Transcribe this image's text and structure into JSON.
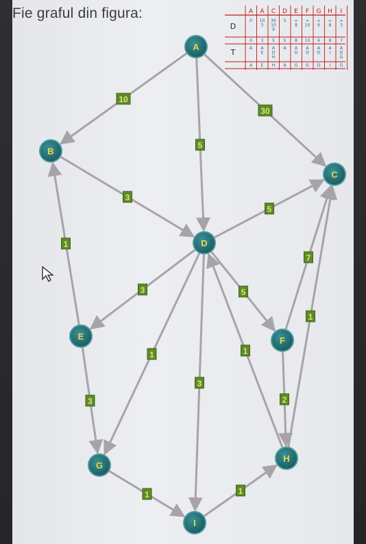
{
  "title": "Fie graful din figura:",
  "colors": {
    "node_fill": "#1f6f73",
    "node_ring": "#4c9aa0",
    "node_label": "#e8d84a",
    "edge": "#a7a3a8",
    "weight_fill": "#5e8a2a",
    "weight_text": "#d8e86a",
    "table_grid": "#c01818",
    "table_ink": "#2a5f8f"
  },
  "graph": {
    "nodes": [
      {
        "id": "A",
        "label": "A"
      },
      {
        "id": "B",
        "label": "B"
      },
      {
        "id": "C",
        "label": "C"
      },
      {
        "id": "D",
        "label": "D"
      },
      {
        "id": "E",
        "label": "E"
      },
      {
        "id": "F",
        "label": "F"
      },
      {
        "id": "G",
        "label": "G"
      },
      {
        "id": "H",
        "label": "H"
      },
      {
        "id": "I",
        "label": "I"
      }
    ],
    "edges": [
      {
        "from": "A",
        "to": "B",
        "weight": "10"
      },
      {
        "from": "A",
        "to": "D",
        "weight": "5"
      },
      {
        "from": "A",
        "to": "C",
        "weight": "30"
      },
      {
        "from": "B",
        "to": "D",
        "weight": "3"
      },
      {
        "from": "D",
        "to": "C",
        "weight": "5"
      },
      {
        "from": "E",
        "to": "B",
        "weight": "1"
      },
      {
        "from": "D",
        "to": "E",
        "weight": "3"
      },
      {
        "from": "D",
        "to": "F",
        "weight": "5"
      },
      {
        "from": "D",
        "to": "G",
        "weight": "1"
      },
      {
        "from": "D",
        "to": "I",
        "weight": "3"
      },
      {
        "from": "H",
        "to": "D",
        "weight": "1"
      },
      {
        "from": "F",
        "to": "C",
        "weight": "7"
      },
      {
        "from": "H",
        "to": "C",
        "weight": "1"
      },
      {
        "from": "E",
        "to": "G",
        "weight": "3"
      },
      {
        "from": "F",
        "to": "H",
        "weight": "2"
      },
      {
        "from": "G",
        "to": "I",
        "weight": "1"
      },
      {
        "from": "I",
        "to": "H",
        "weight": "1"
      }
    ]
  },
  "table": {
    "header": [
      "A",
      "A",
      "C",
      "D",
      "E",
      "F",
      "G",
      "H",
      "I"
    ],
    "row_labels": [
      "D",
      "T"
    ],
    "d_rows": [
      [
        "0",
        "10\n3",
        "30\n10\n9",
        "5",
        "∞\n8",
        "∞\n10",
        "∞\n6",
        "∞\n8",
        "∞\n3"
      ],
      [
        "0",
        "3",
        "5",
        "5",
        "8",
        "10",
        "6",
        "8",
        "7"
      ]
    ],
    "t_rows": [
      [
        "A",
        "A\nE",
        "A\nD\nH",
        "A",
        "A\nD",
        "A\nD",
        "A\nD",
        "A\nI",
        "A\nD\nG"
      ],
      [
        "A",
        "E",
        "H",
        "A",
        "G",
        "G",
        "D",
        "I",
        "G"
      ]
    ]
  }
}
